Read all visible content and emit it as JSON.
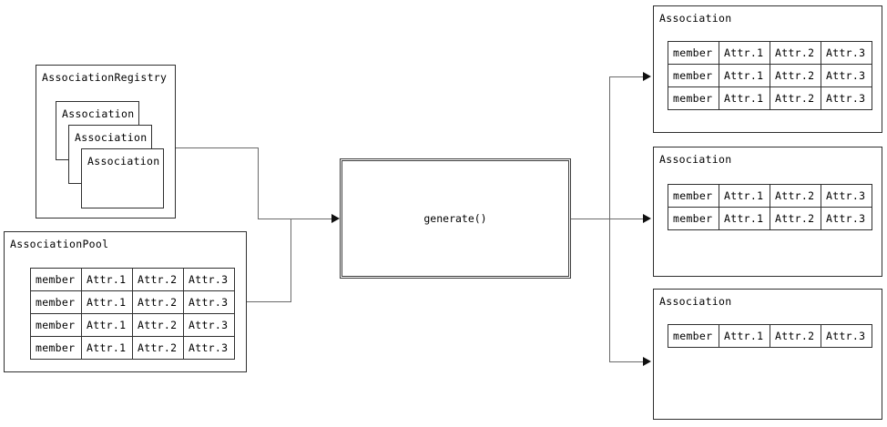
{
  "colors": {
    "background": "#ffffff",
    "box_border": "#2f2f2f",
    "connector_line": "#6a6a6a",
    "arrowhead": "#101010",
    "text": "#000000"
  },
  "diagram": {
    "registry": {
      "title": "AssociationRegistry",
      "stack": [
        "Association",
        "Association",
        "Association"
      ]
    },
    "pool": {
      "title": "AssociationPool",
      "rows": 4
    },
    "generate_label": "generate()",
    "outputs": [
      {
        "title": "Association",
        "rows": 3
      },
      {
        "title": "Association",
        "rows": 2
      },
      {
        "title": "Association",
        "rows": 1
      }
    ],
    "table_columns": [
      "member",
      "Attr.1",
      "Attr.2",
      "Attr.3"
    ]
  }
}
